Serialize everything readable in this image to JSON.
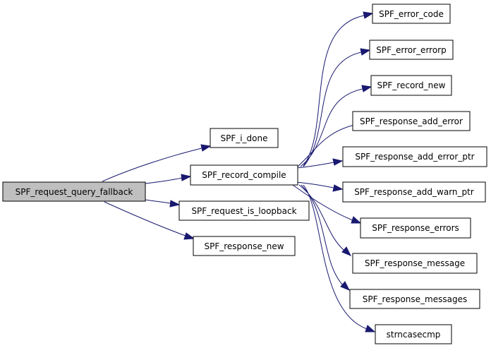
{
  "graph": {
    "nodes": {
      "root": "SPF_request_query_fallback",
      "i_done": "SPF_i_done",
      "record_compile": "SPF_record_compile",
      "is_loopback": "SPF_request_is_loopback",
      "response_new": "SPF_response_new",
      "error_code": "SPF_error_code",
      "error_errorp": "SPF_error_errorp",
      "record_new": "SPF_record_new",
      "add_error": "SPF_response_add_error",
      "add_error_ptr": "SPF_response_add_error_ptr",
      "add_warn_ptr": "SPF_response_add_warn_ptr",
      "errors": "SPF_response_errors",
      "message": "SPF_response_message",
      "messages": "SPF_response_messages",
      "strncasecmp": "strncasecmp"
    },
    "edges": [
      [
        "root",
        "i_done"
      ],
      [
        "root",
        "record_compile"
      ],
      [
        "root",
        "is_loopback"
      ],
      [
        "root",
        "response_new"
      ],
      [
        "record_compile",
        "error_code"
      ],
      [
        "record_compile",
        "error_errorp"
      ],
      [
        "record_compile",
        "record_new"
      ],
      [
        "record_compile",
        "add_error"
      ],
      [
        "record_compile",
        "add_error_ptr"
      ],
      [
        "record_compile",
        "add_warn_ptr"
      ],
      [
        "record_compile",
        "errors"
      ],
      [
        "record_compile",
        "message"
      ],
      [
        "record_compile",
        "messages"
      ],
      [
        "record_compile",
        "strncasecmp"
      ]
    ],
    "colors": {
      "edge": "#191970",
      "root_fill": "#bfbfbf",
      "node_fill": "#ffffff",
      "border": "#000000"
    }
  }
}
